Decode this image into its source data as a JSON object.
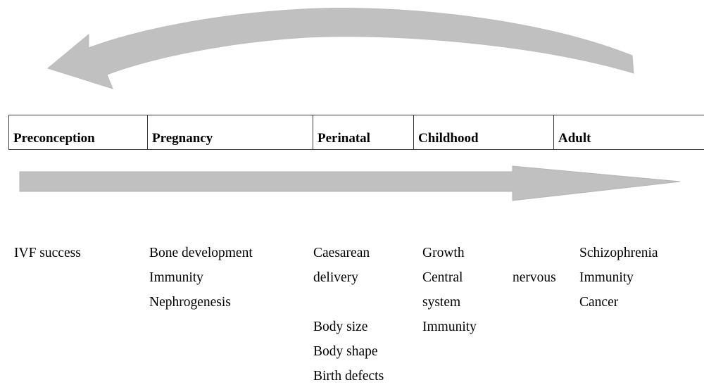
{
  "figure": {
    "type": "life-course-timeline-diagram",
    "colors": {
      "arrow_fill": "#c0c0c0",
      "arrow_stroke": "#b0b0b0",
      "table_border": "#3b3b3b",
      "text": "#000000",
      "background": "#ffffff"
    }
  },
  "arrows": {
    "curved": {
      "name": "retrospective-arrow",
      "direction": "right-to-left",
      "label": ""
    },
    "straight": {
      "name": "life-course-arrow",
      "direction": "left-to-right",
      "label": ""
    }
  },
  "timeline": {
    "stages": [
      {
        "label": "Preconception"
      },
      {
        "label": "Pregnancy"
      },
      {
        "label": "Perinatal"
      },
      {
        "label": "Childhood"
      },
      {
        "label": "Adult"
      }
    ]
  },
  "outcomes": [
    {
      "stage": "Preconception",
      "lines": [
        {
          "text": "IVF success"
        }
      ]
    },
    {
      "stage": "Pregnancy",
      "lines": [
        {
          "text": "Bone development"
        },
        {
          "text": "Immunity"
        },
        {
          "text": "Nephrogenesis"
        }
      ]
    },
    {
      "stage": "Perinatal",
      "lines": [
        {
          "text": "Caesarean"
        },
        {
          "text": "delivery"
        },
        {
          "text": "",
          "blank": true
        },
        {
          "text": "Body size"
        },
        {
          "text": "Body shape"
        },
        {
          "text": "Birth defects"
        }
      ]
    },
    {
      "stage": "Childhood",
      "lines": [
        {
          "text": "Growth"
        },
        {
          "text": "Central",
          "text2": "nervous",
          "split": true
        },
        {
          "text": "system"
        },
        {
          "text": "Immunity"
        }
      ]
    },
    {
      "stage": "Adult",
      "lines": [
        {
          "text": "Schizophrenia"
        },
        {
          "text": "Immunity"
        },
        {
          "text": "Cancer"
        }
      ]
    }
  ]
}
